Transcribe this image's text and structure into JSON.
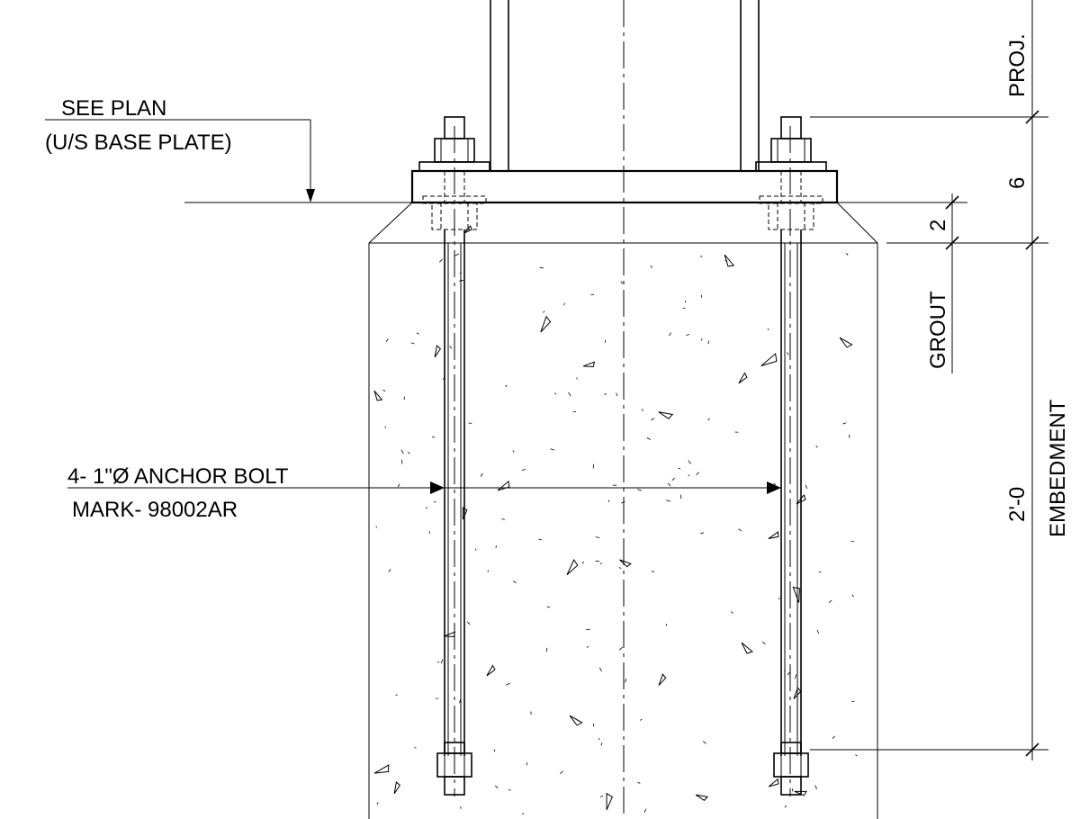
{
  "labels": {
    "see_plan": "SEE PLAN",
    "base_plate": "(U/S BASE PLATE)",
    "anchor_bolt": "4- 1\"Ø ANCHOR BOLT",
    "mark": "MARK- 98002AR",
    "proj": "PROJ.",
    "dim_6": "6",
    "dim_2": "2",
    "grout": "GROUT",
    "embedment": "EMBEDMENT",
    "dim_2_0": "2'-0"
  }
}
